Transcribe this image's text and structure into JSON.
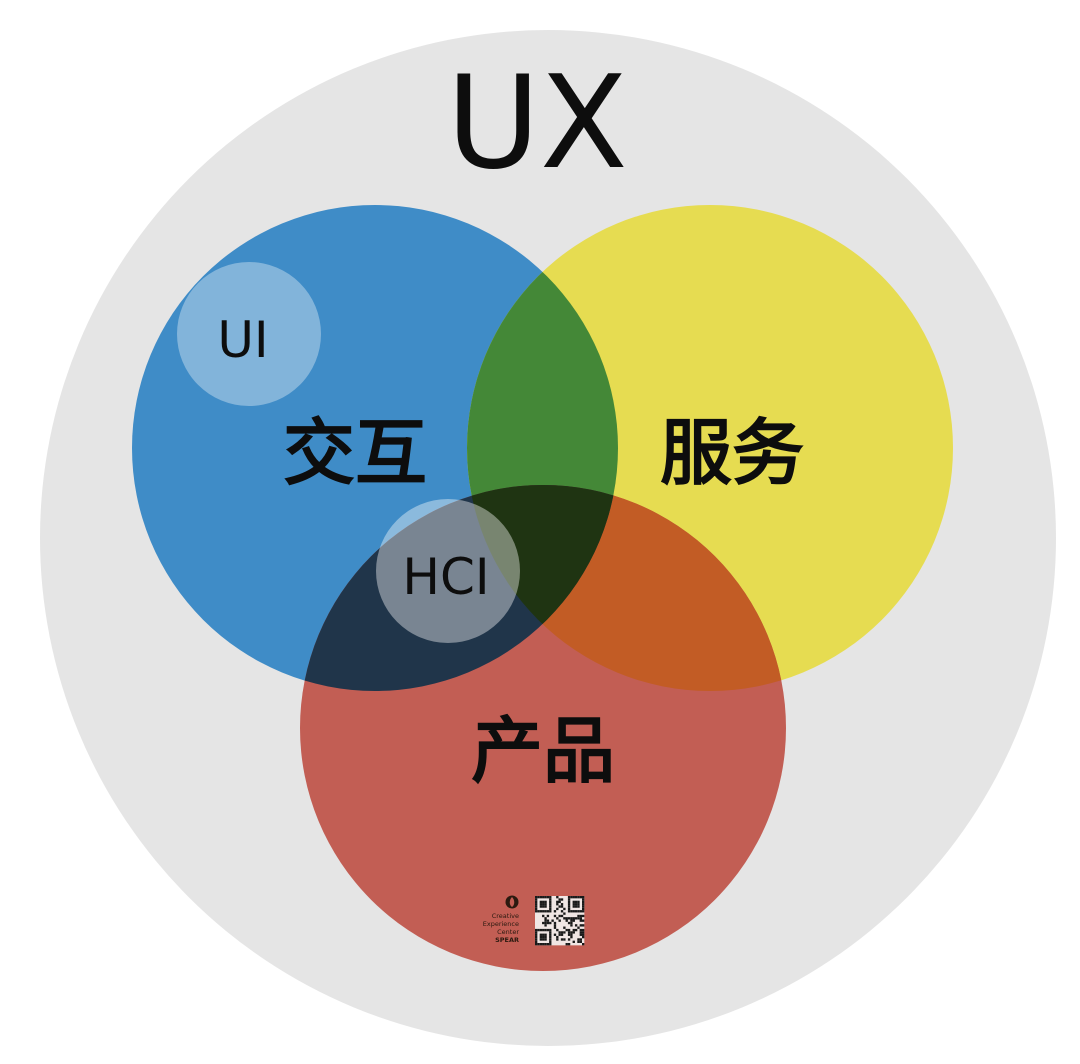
{
  "diagram": {
    "outer_label": "UX",
    "circles": {
      "interaction": {
        "label": "交互",
        "color": "#3f8cc7"
      },
      "service": {
        "label": "服务",
        "color": "#e6dc51"
      },
      "product": {
        "label": "产品",
        "color": "#c25e54"
      }
    },
    "sub_circles": {
      "ui": {
        "label": "UI"
      },
      "hci": {
        "label": "HCI"
      }
    },
    "overlap_colors": {
      "interaction_service": "#448837",
      "service_product": "#c25c25",
      "interaction_product": "#20354a",
      "center": "#1f3412"
    },
    "background_color": "#e5e5e5"
  },
  "brand": {
    "line1": "Creative",
    "line2": "Experience",
    "line3": "Center",
    "line4": "SPEAR"
  }
}
